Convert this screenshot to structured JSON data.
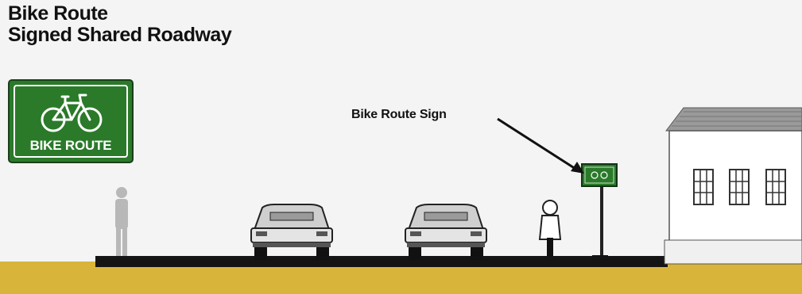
{
  "title": {
    "line1": "Bike Route",
    "line2": "Signed Shared Roadway"
  },
  "sign": {
    "label": "BIKE ROUTE",
    "icon": "bicycle-icon",
    "background_color": "#2a7a2a"
  },
  "callout": {
    "text": "Bike Route Sign"
  },
  "colors": {
    "road": "#141414",
    "ground": "#d8b53a",
    "building_roof": "#9a9a9a",
    "pedestrian": "#b8b8b8",
    "car": "#dedede"
  }
}
